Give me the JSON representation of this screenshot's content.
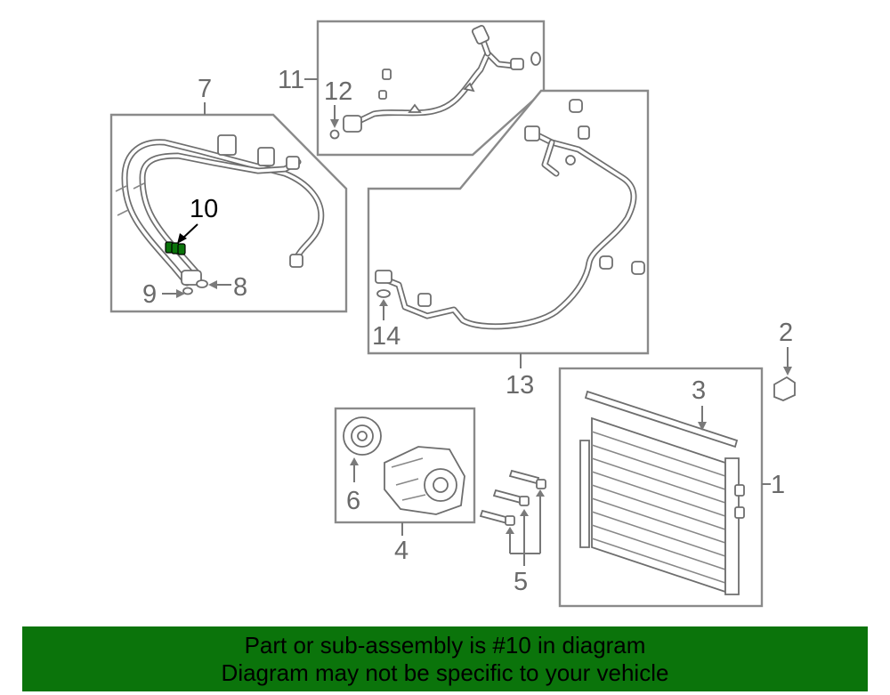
{
  "callouts": {
    "c1": "1",
    "c2": "2",
    "c3": "3",
    "c4": "4",
    "c5": "5",
    "c6": "6",
    "c7": "7",
    "c8": "8",
    "c9": "9",
    "c10": "10",
    "c11": "11",
    "c12": "12",
    "c13": "13",
    "c14": "14"
  },
  "highlight": {
    "part": "10",
    "color": "#0b740b"
  },
  "banner": {
    "line1": "Part or sub-assembly is #10 in diagram",
    "line2": "Diagram may not be specific to your vehicle",
    "background": "#0b740b"
  }
}
